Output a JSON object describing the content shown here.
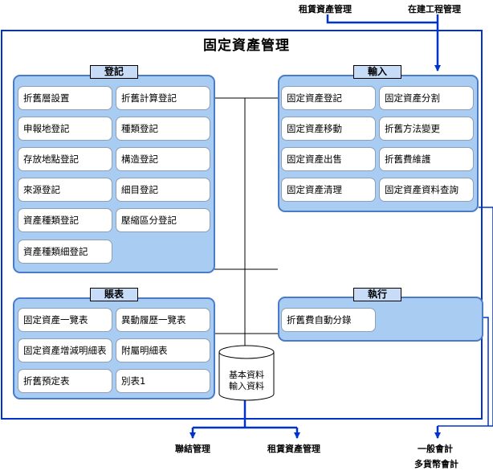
{
  "title": "固定資產管理",
  "external_inputs": [
    "租賃資產管理",
    "在建工程管理"
  ],
  "external_outputs": {
    "left": [
      "聯結管理",
      "租賃資產管理"
    ],
    "right": [
      "一般會計",
      "多貨幣會計"
    ]
  },
  "panels": {
    "register": {
      "title": "登記",
      "items": [
        "折舊層設置",
        "折舊計算登記",
        "申報地登記",
        "種類登記",
        "存放地點登記",
        "構造登記",
        "來源登記",
        "細目登記",
        "資產種類登記",
        "壓縮區分登記",
        "資產種類細登記"
      ]
    },
    "input": {
      "title": "輸入",
      "items": [
        "固定資產登記",
        "固定資產分割",
        "固定資產移動",
        "折舊方法變更",
        "固定資產出售",
        "折舊費維護",
        "固定資產清理",
        "固定資產資料查詢"
      ]
    },
    "reports": {
      "title": "賬表",
      "items": [
        "固定資產一覽表",
        "異動履歷一覽表",
        "固定資產增減明細表",
        "附屬明細表",
        "折舊預定表",
        "別表1"
      ]
    },
    "execute": {
      "title": "執行",
      "items": [
        "折舊費自動分錄"
      ]
    }
  },
  "database": [
    "基本資料",
    "輸入資料"
  ],
  "colors": {
    "wire": "#0033cc",
    "panel_fill": "#a9ccf2",
    "panel_border": "#4a7bc8",
    "title_fill": "#c7dcf6"
  }
}
